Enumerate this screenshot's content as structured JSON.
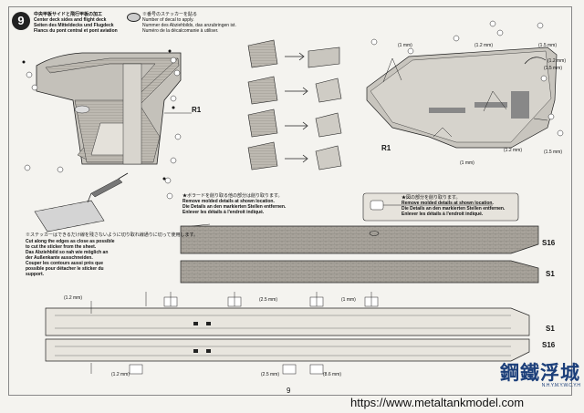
{
  "step": {
    "number": "9",
    "title_ja": "中央甲板サイドと飛行甲板の加工",
    "title_en": "Center deck sides and flight deck",
    "title_de": "Seiten des Mitteldecks und Flugdeck",
    "title_fr": "Flancs du pont central et pont aviation"
  },
  "decal_note": {
    "ja": "※番号のステッカーを貼る",
    "en": "Number of decal to apply.",
    "de": "Nummer des Abziehbilds, das anzubringen ist.",
    "fr": "Numéro de la décalcomanie à utiliser."
  },
  "sticker_note": {
    "ja": "※ステッカーはできるだけ線を残さないように切り取れ線通りに切って使用します。",
    "en1": "Cut along the edges as close as possible",
    "en2": "to cut the sticker from the sheet.",
    "de1": "Das Abziehbild so nah wie möglich an",
    "de2": "der Außenkante ausschneiden.",
    "fr1": "Couper les contours aussi près que",
    "fr2": "possible pour détacher le sticker du",
    "fr3": "support."
  },
  "remove_note_1": {
    "ja": "★ボラードを削り取る他の部分は削り取ります。",
    "en": "Remove molded details at shown location.",
    "de": "Die Details an den markierten Stellen entfernen.",
    "fr": "Enlever les détails à l'endroit indiqué."
  },
  "remove_note_2": {
    "ja": "★図の部分を削り取ります。",
    "en": "Remove molded details at shown location.",
    "de": "Die Details an den markierten Stellen entfernen.",
    "fr": "Enlever les détails à l'endroit indiqué."
  },
  "parts": {
    "r1_a": "R1",
    "r1_b": "R1",
    "s16_a": "S16",
    "s1_a": "S1",
    "s1_b": "S1",
    "s16_b": "S16"
  },
  "dimensions": {
    "d1": "(1 mm)",
    "d2": "(1.2 mm)",
    "d3": "(1.5 mm)",
    "d4": "(1.2 mm)",
    "d5": "(1.5 mm)",
    "d6": "(1.2 mm)",
    "d7": "(1 mm)",
    "d8": "(1.5 mm)",
    "d9": "(1.2 mm)",
    "d10": "(2.5 mm)",
    "d11": "(1 mm)",
    "d12": "(1.2 mm)",
    "d13": "(2.5 mm)",
    "d14": "(8.6 mm)"
  },
  "page_number": "9",
  "watermark": {
    "url": "https://www.metaltankmodel.com",
    "logo_text": "鋼鐵浮城",
    "logo_sub": "N.H.Y.M.Y.W.C.Y.H"
  },
  "colors": {
    "paper": "#f4f3ef",
    "ink": "#111111",
    "panel_grey": "#b8b5ae",
    "deck_grey": "#9b9690",
    "logo_blue": "#1c3f7a"
  }
}
